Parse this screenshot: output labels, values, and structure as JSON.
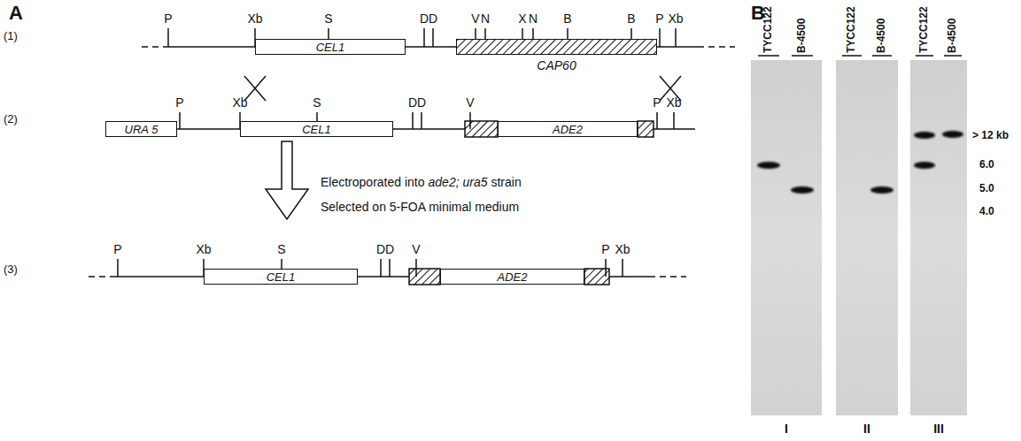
{
  "diagram": {
    "nodes": [
      {
        "text": [
          "CEL1"
        ]
      },
      {
        "text": [
          "CAP60"
        ]
      },
      {
        "text": [
          "URA 5"
        ]
      },
      {
        "text": [
          "CEL1"
        ]
      },
      {
        "text": [
          "ADE2"
        ]
      },
      {
        "text": [
          "CEL1"
        ]
      },
      {
        "text": [
          "ADE2"
        ]
      }
    ],
    "labels": [
      "A",
      "(1)",
      "P",
      "Xb",
      "S",
      "D",
      "D",
      "V",
      "N",
      "X",
      "N",
      "B",
      "B",
      "P",
      "Xb",
      "(2)",
      "P",
      "Xb",
      "S",
      "D",
      "D",
      "V",
      "P",
      "Xb",
      "Electroporated into",
      "ade2; ura5",
      "strain",
      "Selected on 5-FOA minimal medium",
      "(3)",
      "P",
      "Xb",
      "S",
      "D",
      "D",
      "V",
      "P",
      "Xb",
      "B",
      "TYCC122",
      "B-4500",
      "TYCC122",
      "B-4500",
      "TYCC122",
      "B-4500",
      "> 12 kb",
      "6.0",
      "5.0",
      "4.0",
      "I",
      "II",
      "III"
    ]
  }
}
